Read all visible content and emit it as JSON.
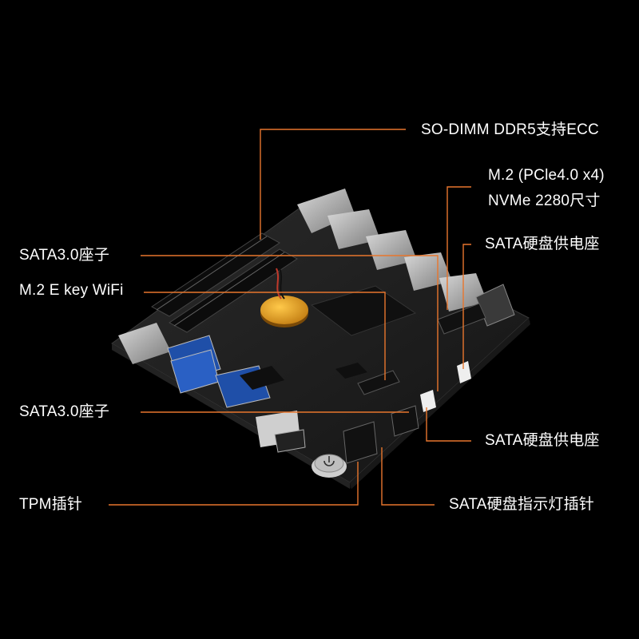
{
  "callouts": {
    "sodimm": "SO-DIMM DDR5支持ECC",
    "m2_nvme_line1": "M.2 (PCle4.0 x4)",
    "m2_nvme_line2": "NVMe 2280尺寸",
    "sata_power_top": "SATA硬盘供电座",
    "sata_conn_top": "SATA3.0座子",
    "m2_wifi": "M.2 E key  WiFi",
    "sata_conn_bottom": "SATA3.0座子",
    "sata_power_bottom": "SATA硬盘供电座",
    "tpm": "TPM插针",
    "sata_led": "SATA硬盘指示灯插针"
  },
  "colors": {
    "background": "#000000",
    "leader_line": "#e8762d",
    "label_text": "#ffffff",
    "pcb": "#1c1c1c",
    "battery": "#e8a21a"
  },
  "board_markings": {
    "button_icon": "power-icon"
  }
}
